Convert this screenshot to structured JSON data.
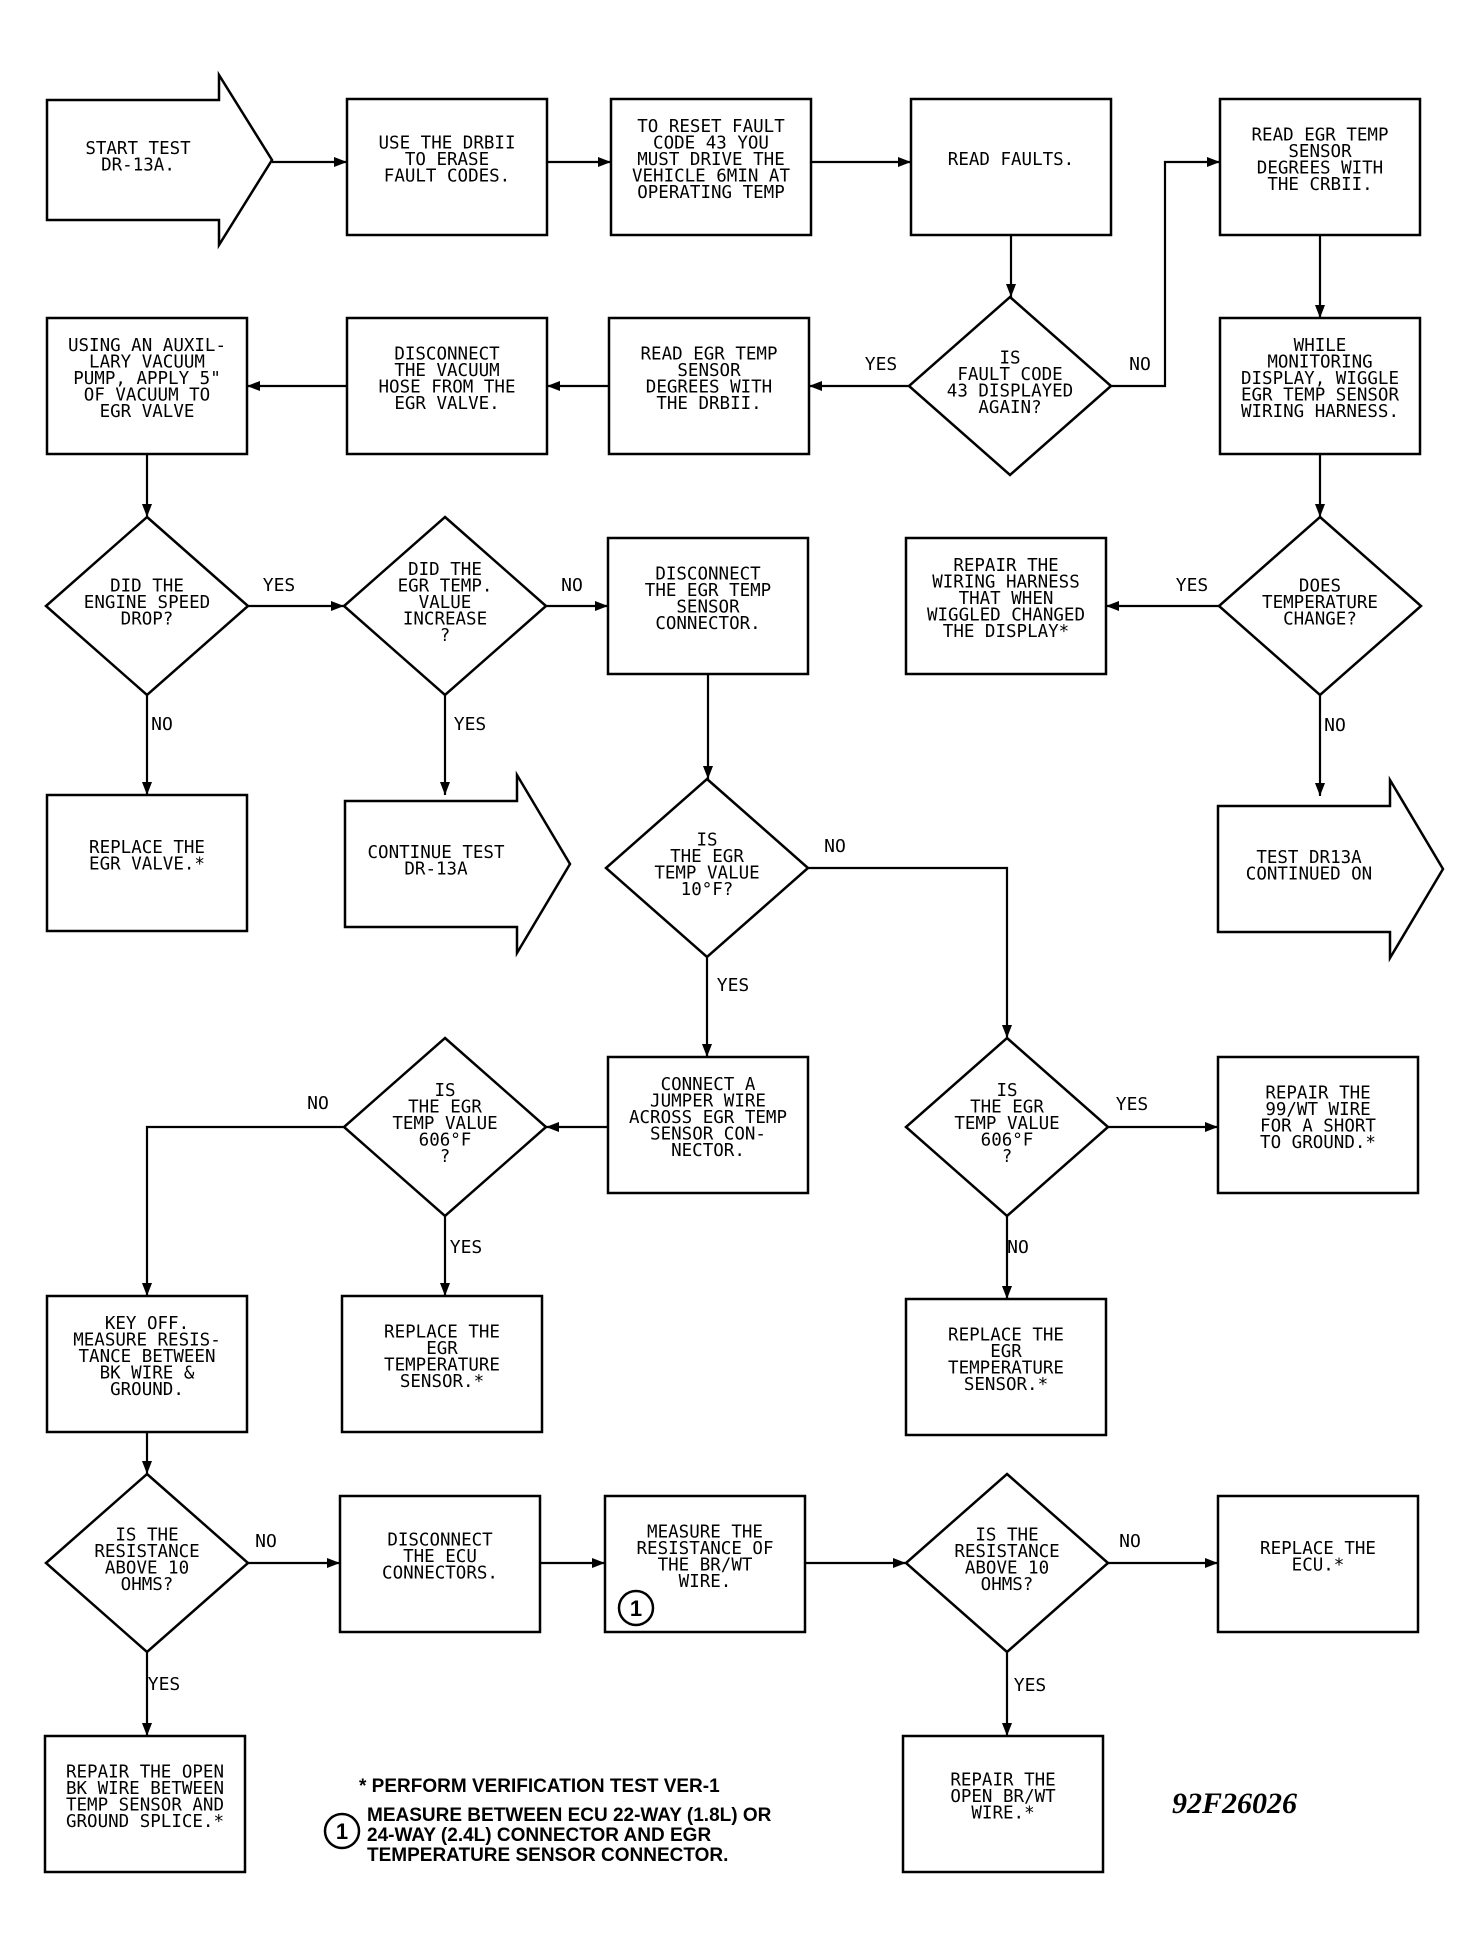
{
  "nodes": {
    "start": {
      "lines": [
        "START TEST",
        "DR-13A."
      ]
    },
    "use_drbii": {
      "lines": [
        "USE THE DRBII",
        "TO ERASE",
        "FAULT CODES."
      ]
    },
    "reset": {
      "lines": [
        "TO RESET FAULT",
        "CODE 43 YOU",
        "MUST DRIVE THE",
        "VEHICLE 6MIN AT",
        "OPERATING TEMP"
      ]
    },
    "read_faults": {
      "lines": [
        "READ FAULTS."
      ]
    },
    "read_egr_r": {
      "lines": [
        "READ EGR TEMP",
        "SENSOR",
        "DEGREES WITH",
        "THE CRBII."
      ]
    },
    "is_fault": {
      "lines": [
        "IS",
        "FAULT CODE",
        "43 DISPLAYED",
        "AGAIN?"
      ]
    },
    "read_egr_l": {
      "lines": [
        "READ EGR TEMP",
        "SENSOR",
        "DEGREES WITH",
        "THE DRBII."
      ]
    },
    "disc_vac": {
      "lines": [
        "DISCONNECT",
        "THE VACUUM",
        "HOSE FROM THE",
        "EGR VALVE."
      ]
    },
    "aux_pump": {
      "lines": [
        "USING AN AUXIL-",
        "LARY VACUUM",
        "PUMP, APPLY 5\"",
        "OF VACUUM TO",
        "EGR VALVE"
      ]
    },
    "wiggle": {
      "lines": [
        "WHILE",
        "MONITORING",
        "DISPLAY, WIGGLE",
        "EGR TEMP SENSOR",
        "WIRING HARNESS."
      ]
    },
    "engine_drop": {
      "lines": [
        "DID THE",
        "ENGINE SPEED",
        "DROP?"
      ]
    },
    "value_inc": {
      "lines": [
        "DID THE",
        "EGR TEMP.",
        "VALUE",
        "INCREASE",
        "?"
      ]
    },
    "disc_sensor": {
      "lines": [
        "DISCONNECT",
        "THE EGR TEMP",
        "SENSOR",
        "CONNECTOR."
      ]
    },
    "repair_harness": {
      "lines": [
        "REPAIR THE",
        "WIRING HARNESS",
        "THAT WHEN",
        "WIGGLED CHANGED",
        "THE DISPLAY*"
      ]
    },
    "temp_change": {
      "lines": [
        "DOES",
        "TEMPERATURE",
        "CHANGE?"
      ]
    },
    "replace_valve": {
      "lines": [
        "REPLACE THE",
        "EGR VALVE.*"
      ]
    },
    "continue": {
      "lines": [
        "CONTINUE TEST",
        "DR-13A"
      ]
    },
    "is_10f": {
      "lines": [
        "IS",
        "THE EGR",
        "TEMP VALUE",
        "10°F?"
      ]
    },
    "test_cont": {
      "lines": [
        "TEST DR13A",
        "CONTINUED ON"
      ]
    },
    "is_606_left": {
      "lines": [
        "IS",
        "THE EGR",
        "TEMP VALUE",
        "606°F",
        "?"
      ]
    },
    "jumper": {
      "lines": [
        "CONNECT A",
        "JUMPER WIRE",
        "ACROSS EGR TEMP",
        "SENSOR CON-",
        "NECTOR."
      ]
    },
    "is_606_right": {
      "lines": [
        "IS",
        "THE EGR",
        "TEMP VALUE",
        "606°F",
        "?"
      ]
    },
    "repair_short": {
      "lines": [
        "REPAIR THE",
        "99/WT WIRE",
        "FOR A SHORT",
        "TO GROUND.*"
      ]
    },
    "key_off": {
      "lines": [
        "KEY OFF.",
        "MEASURE RESIS-",
        "TANCE BETWEEN",
        "BK WIRE &",
        "GROUND."
      ]
    },
    "replace_sensor_l": {
      "lines": [
        "REPLACE THE",
        "EGR",
        "TEMPERATURE",
        "SENSOR.*"
      ]
    },
    "replace_sensor_r": {
      "lines": [
        "REPLACE THE",
        "EGR",
        "TEMPERATURE",
        "SENSOR.*"
      ]
    },
    "res_left": {
      "lines": [
        "IS THE",
        "RESISTANCE",
        "ABOVE 10",
        "OHMS?"
      ]
    },
    "disc_ecu": {
      "lines": [
        "DISCONNECT",
        "THE ECU",
        "CONNECTORS."
      ]
    },
    "measure_brwt": {
      "lines": [
        "MEASURE THE",
        "RESISTANCE OF",
        "THE BR/WT",
        "WIRE."
      ]
    },
    "res_right": {
      "lines": [
        "IS THE",
        "RESISTANCE",
        "ABOVE 10",
        "OHMS?"
      ]
    },
    "replace_ecu": {
      "lines": [
        "REPLACE THE",
        "ECU.*"
      ]
    },
    "repair_bk": {
      "lines": [
        "REPAIR THE OPEN",
        "BK WIRE BETWEEN",
        "TEMP SENSOR AND",
        "GROUND SPLICE.*"
      ]
    },
    "repair_brwt": {
      "lines": [
        "REPAIR THE",
        "OPEN BR/WT",
        "WIRE.*"
      ]
    }
  },
  "labels": {
    "yes": "YES",
    "no": "NO"
  },
  "circle_marker": "1",
  "notes": {
    "star_note": "* PERFORM VERIFICATION TEST VER-1",
    "circle_note_lines": [
      "MEASURE BETWEEN ECU 22-WAY (1.8L) OR",
      "24-WAY (2.4L) CONNECTOR AND EGR",
      "TEMPERATURE SENSOR CONNECTOR."
    ]
  },
  "figure_id": "92F26026"
}
